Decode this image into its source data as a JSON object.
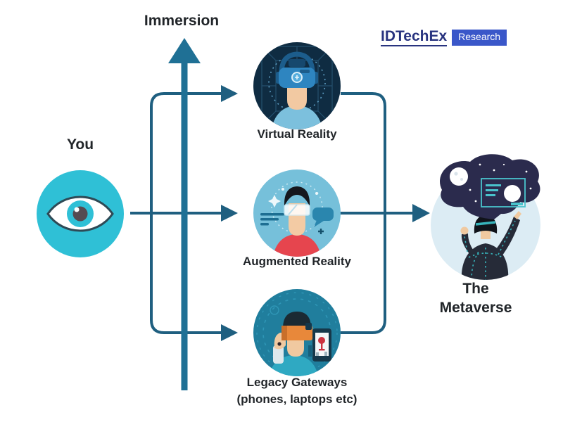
{
  "colors": {
    "line": "#1f5f80",
    "immersion_arrow": "#1f7095",
    "text": "#212529",
    "eye_bg": "#2fc0d6",
    "vr_bg": "#0f2c42",
    "ar_bg": "#76c0da",
    "legacy_bg": "#207e9d",
    "metaverse_bg": "#dcecf4",
    "cloud": "#2b2b4d",
    "logo_navy": "#28337f",
    "logo_blue": "#3a57c9"
  },
  "axis": {
    "label": "Immersion"
  },
  "logo": {
    "brand": "IDTechEx",
    "suffix": "Research"
  },
  "source": {
    "label": "You"
  },
  "gateways": [
    {
      "id": "virtual-reality",
      "label": "Virtual Reality"
    },
    {
      "id": "augmented-reality",
      "label": "Augmented Reality"
    },
    {
      "id": "legacy-gateways",
      "label": "Legacy Gateways",
      "sublabel": "(phones, laptops etc)"
    }
  ],
  "destination": {
    "label_line1": "The",
    "label_line2": "Metaverse"
  }
}
